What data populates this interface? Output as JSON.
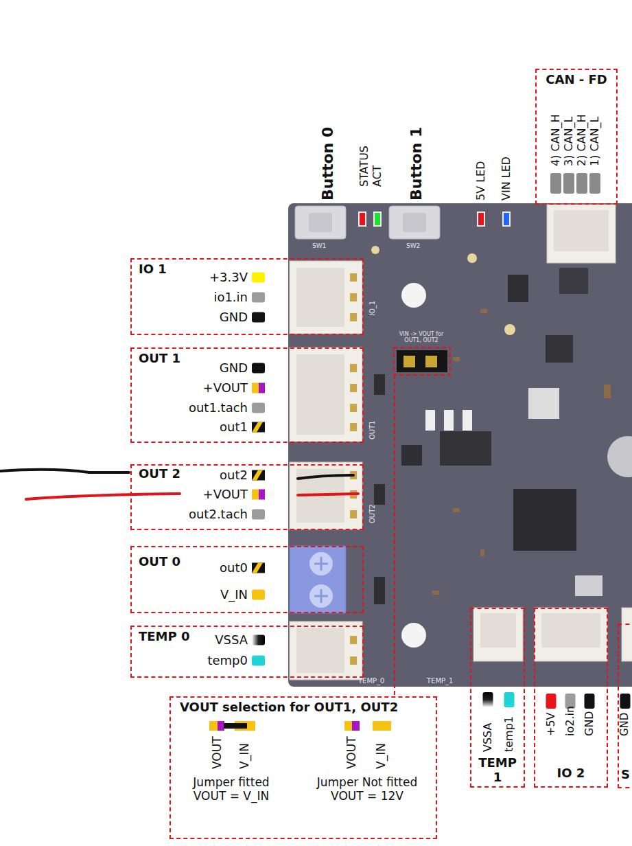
{
  "diagram": {
    "nodes": [
      {
        "text": [
          "CAN - FD",
          "4) CAN_H",
          "3) CAN_L",
          "2) CAN_H",
          "1) CAN_L"
        ]
      },
      {
        "text": [
          "IO 1",
          "+3.3V",
          "io1.in",
          "GND"
        ]
      },
      {
        "text": [
          "OUT 1",
          "GND",
          "+VOUT",
          "out1.tach",
          "out1"
        ]
      },
      {
        "text": [
          "OUT 2",
          "out2",
          "+VOUT",
          "out2.tach"
        ]
      },
      {
        "text": [
          "OUT 0",
          "out0",
          "V_IN"
        ]
      },
      {
        "text": [
          "TEMP 0",
          "VSSA",
          "temp0"
        ]
      },
      {
        "text": [
          "VOUT selection for OUT1, OUT2",
          "VOUT",
          "V_IN",
          "Jumper fitted VOUT = V_IN",
          "VOUT",
          "V_IN",
          "Jumper Not fitted VOUT = 12V"
        ]
      },
      {
        "text": [
          "VSSA",
          "temp1",
          "TEMP 1"
        ]
      },
      {
        "text": [
          "+5V",
          "io2.in",
          "GND",
          "IO 2"
        ]
      },
      {
        "text": [
          "GND",
          "S"
        ]
      }
    ],
    "labels": [
      "Button 0",
      "STATUS",
      "ACT",
      "Button 1",
      "5V LED",
      "VIN LED",
      "SW1",
      "SW2",
      "IO_1",
      "OUT1",
      "OUT2",
      "TEMP_0",
      "TEMP_1",
      "VIN -> VOUT for OUT1, OUT2"
    ]
  }
}
